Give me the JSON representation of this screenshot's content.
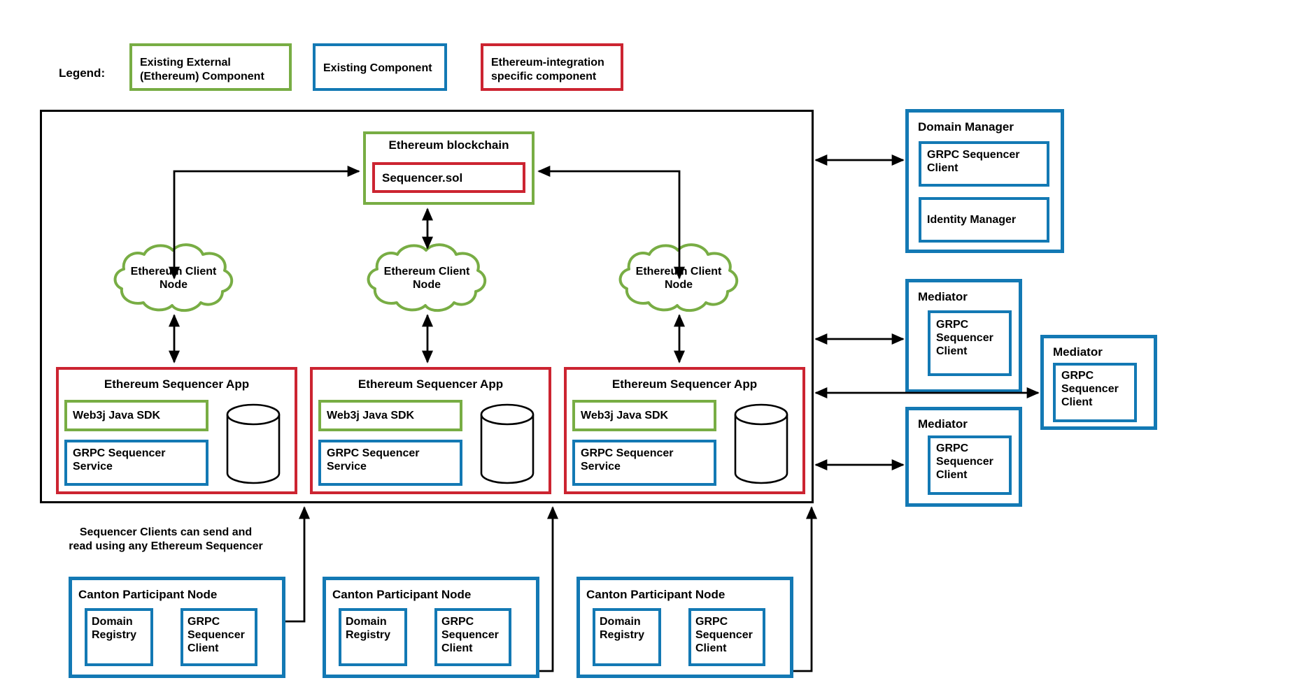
{
  "legend": {
    "title": "Legend:",
    "items": [
      {
        "label": "Existing External\n(Ethereum) Component",
        "color": "#78AD44",
        "name": "legend-existing-external"
      },
      {
        "label": "Existing Component",
        "color": "#1379B4",
        "name": "legend-existing-component"
      },
      {
        "label": "Ethereum-integration\nspecific component",
        "color": "#CC2431",
        "name": "legend-ethereum-specific"
      }
    ]
  },
  "blockchain": {
    "title": "Ethereum blockchain",
    "contract": "Sequencer.sol"
  },
  "clouds": [
    {
      "label": "Ethereum Client\nNode"
    },
    {
      "label": "Ethereum Client\nNode"
    },
    {
      "label": "Ethereum Client\nNode"
    }
  ],
  "sequencer_apps": [
    {
      "title": "Ethereum Sequencer App",
      "sdk": "Web3j Java SDK",
      "service": "GRPC Sequencer\nService",
      "store": "database-cylinder"
    },
    {
      "title": "Ethereum Sequencer App",
      "sdk": "Web3j Java SDK",
      "service": "GRPC Sequencer\nService",
      "store": "database-cylinder"
    },
    {
      "title": "Ethereum Sequencer App",
      "sdk": "Web3j Java SDK",
      "service": "GRPC Sequencer\nService",
      "store": "database-cylinder"
    }
  ],
  "domain_manager": {
    "title": "Domain Manager",
    "modules": [
      "GRPC Sequencer\nClient",
      "Identity Manager"
    ]
  },
  "mediators": [
    {
      "title": "Mediator",
      "module": "GRPC\nSequencer\nClient"
    },
    {
      "title": "Mediator",
      "module": "GRPC\nSequencer\nClient"
    },
    {
      "title": "Mediator",
      "module": "GRPC\nSequencer\nClient"
    }
  ],
  "note": "Sequencer Clients can send and\nread using any Ethereum Sequencer",
  "participants": [
    {
      "title": "Canton Participant Node",
      "registry": "Domain\nRegistry",
      "client": "GRPC\nSequencer\nClient"
    },
    {
      "title": "Canton Participant Node",
      "registry": "Domain\nRegistry",
      "client": "GRPC\nSequencer\nClient"
    },
    {
      "title": "Canton Participant Node",
      "registry": "Domain\nRegistry",
      "client": "GRPC\nSequencer\nClient"
    }
  ],
  "colors": {
    "green": "#78AD44",
    "blue": "#1379B4",
    "red": "#CC2431",
    "black": "#000000"
  }
}
